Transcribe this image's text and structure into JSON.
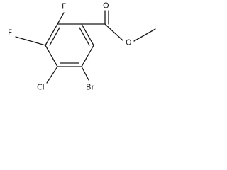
{
  "molecule": {
    "atoms": {
      "fluorine_top": "F",
      "fluorine_left": "F",
      "chlorine": "Cl",
      "bromine": "Br",
      "carbonyl_oxygen": "O",
      "ester_oxygen": "O"
    }
  }
}
